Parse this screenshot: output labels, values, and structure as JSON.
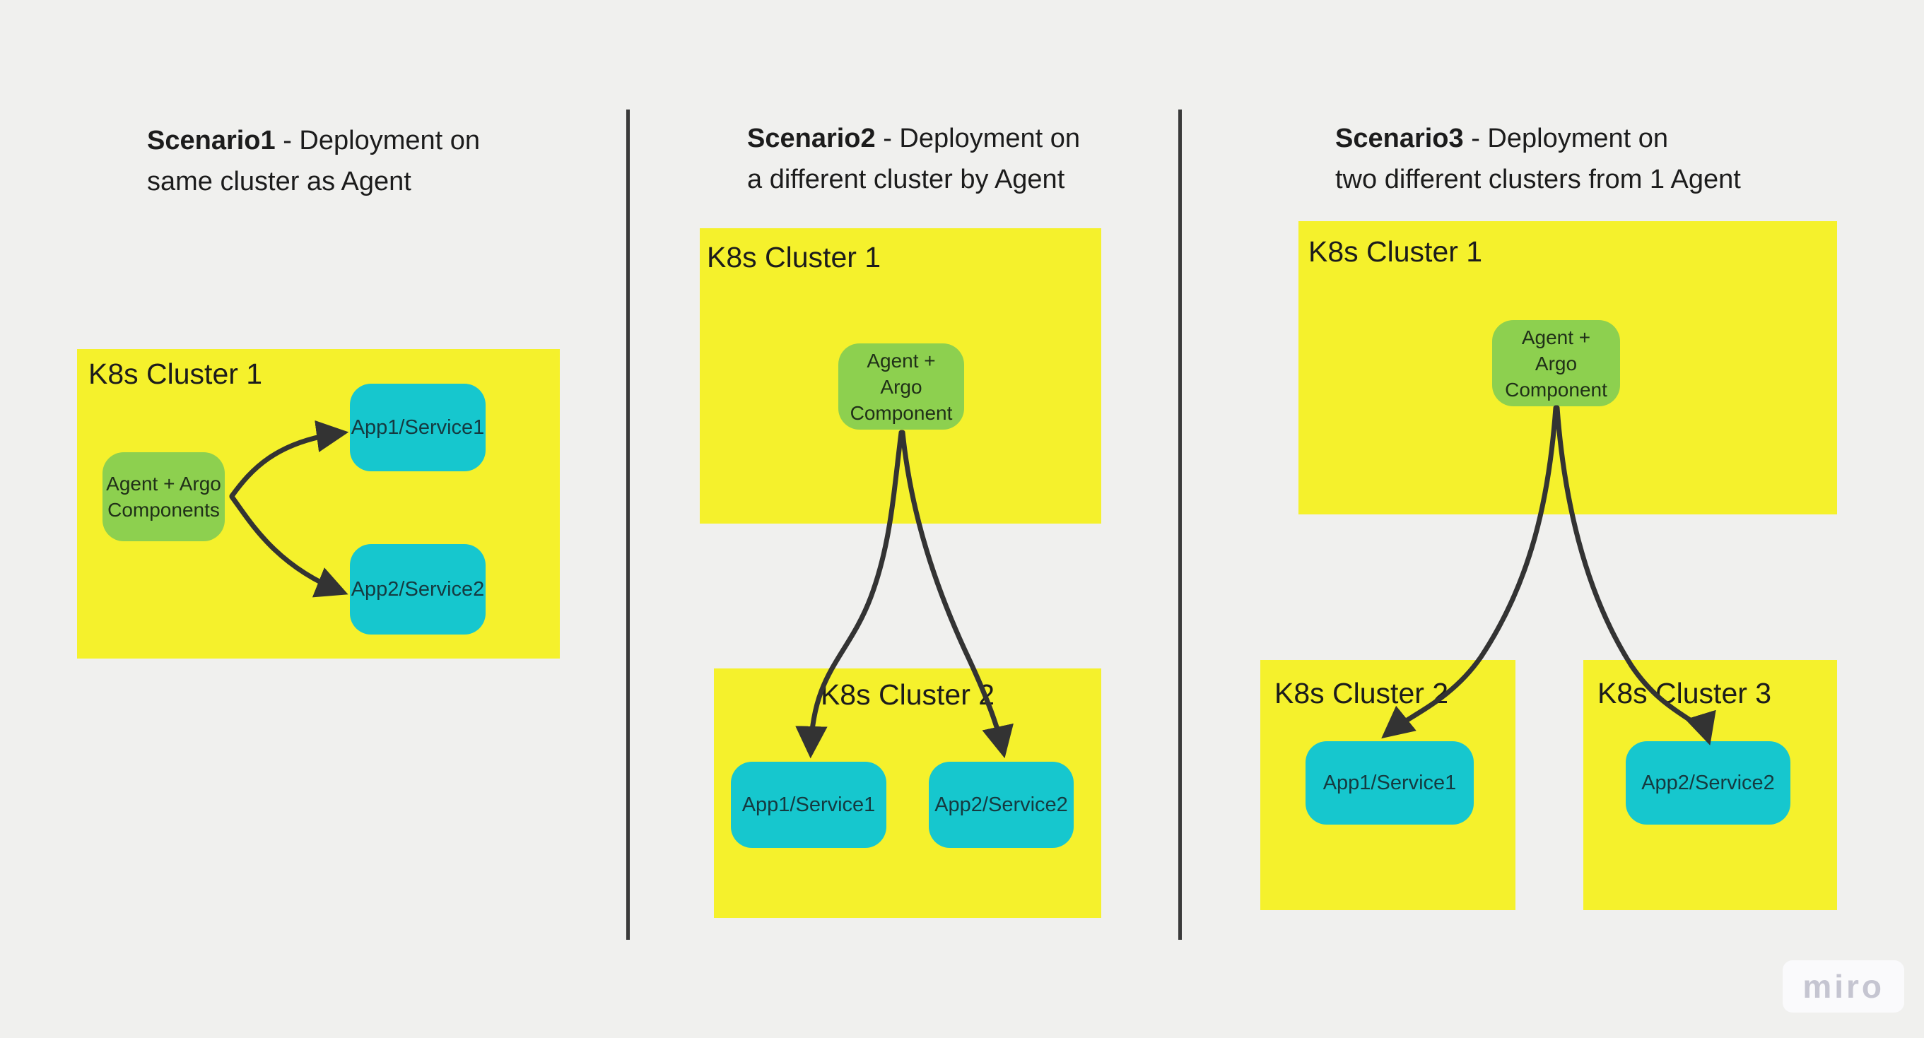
{
  "watermark": "miro",
  "colors": {
    "background": "#F0F0EE",
    "cluster_fill": "#F5F12C",
    "agent_fill": "#8DD04F",
    "app_fill": "#16C7CE",
    "arrow": "#333333",
    "divider": "#3A3A3A",
    "text": "#1C1C1C"
  },
  "scenarios": [
    {
      "title_bold": "Scenario1",
      "title_tail": " - Deployment on",
      "title_line2": "same cluster as Agent",
      "clusters": [
        {
          "label": "K8s Cluster 1"
        }
      ],
      "agent": {
        "lines": [
          "Agent + Argo",
          "Components"
        ]
      },
      "apps": [
        "App1/Service1",
        "App2/Service2"
      ]
    },
    {
      "title_bold": "Scenario2",
      "title_tail": " - Deployment on",
      "title_line2": "a different cluster by Agent",
      "clusters": [
        {
          "label": "K8s Cluster 1"
        },
        {
          "label": "K8s Cluster 2"
        }
      ],
      "agent": {
        "lines": [
          "Agent +",
          "Argo",
          "Component"
        ]
      },
      "apps": [
        "App1/Service1",
        "App2/Service2"
      ]
    },
    {
      "title_bold": "Scenario3",
      "title_tail": " - Deployment on",
      "title_line2": "two different clusters from 1 Agent",
      "clusters": [
        {
          "label": "K8s Cluster 1"
        },
        {
          "label": "K8s Cluster 2"
        },
        {
          "label": "K8s Cluster 3"
        }
      ],
      "agent": {
        "lines": [
          "Agent +",
          "Argo",
          "Component"
        ]
      },
      "apps": [
        "App1/Service1",
        "App2/Service2"
      ]
    }
  ]
}
